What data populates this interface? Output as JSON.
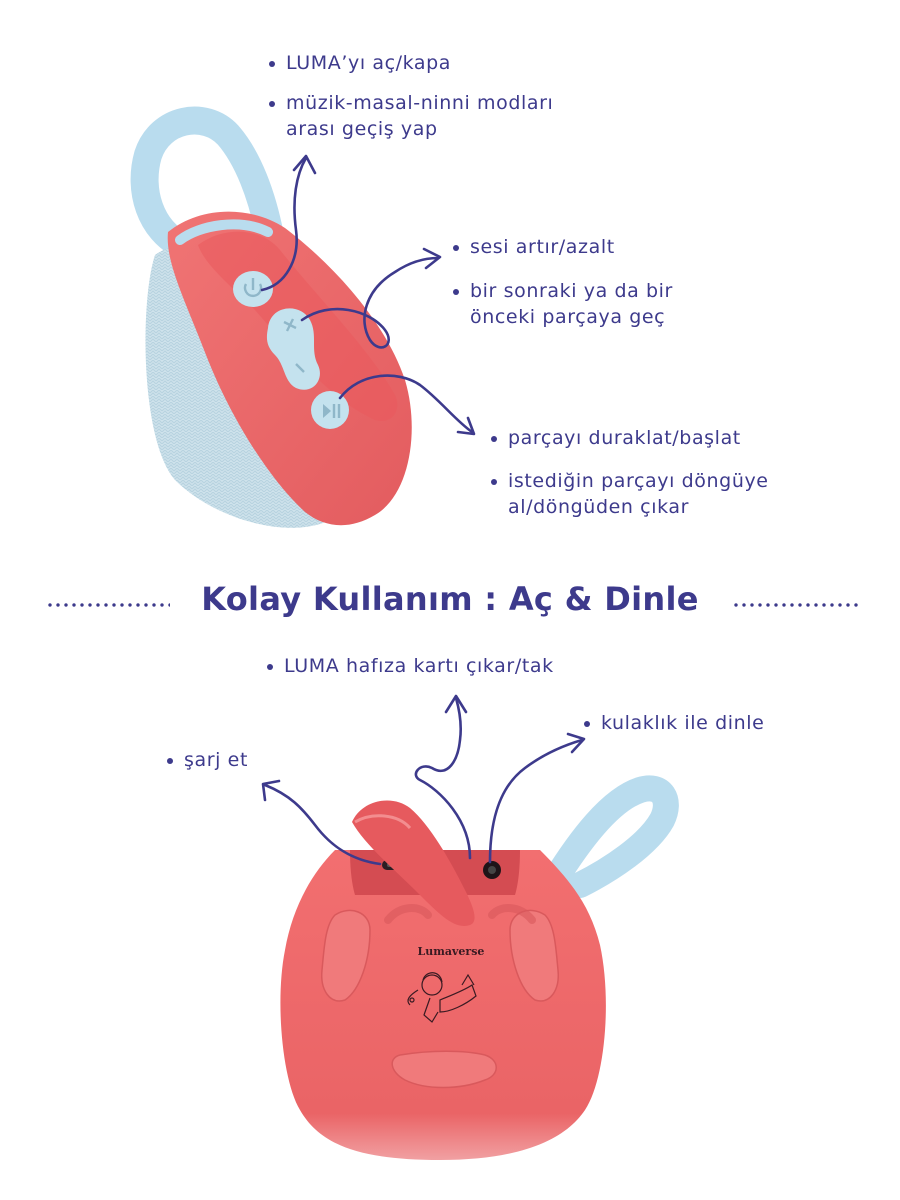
{
  "headline": "Kolay Kullanım : Aç & Dinle",
  "brand_logo": "Lumaverse",
  "top_features": [
    {
      "line1": "LUMA’yı aç/kapa",
      "line2": ""
    },
    {
      "line1": "müzik-masal-ninni modları",
      "line2": "arası geçiş yap"
    },
    {
      "line1": "sesi artır/azalt",
      "line2": ""
    },
    {
      "line1": "bir sonraki ya da bir",
      "line2": "önceki parçaya geç"
    },
    {
      "line1": "parçayı duraklat/başlat",
      "line2": ""
    },
    {
      "line1": "istediğin parçayı döngüye",
      "line2": "al/döngüden çıkar"
    }
  ],
  "bottom_features": [
    {
      "line1": "LUMA hafıza kartı çıkar/tak"
    },
    {
      "line1": "kulaklık ile dinle"
    },
    {
      "line1": "şarj et"
    }
  ],
  "colors": {
    "text": "#3d3a8c",
    "speaker_body": "#ec6868",
    "strap": "#b8dcee",
    "fabric": "#cfe4ee"
  },
  "icons": [
    "power-icon",
    "plus-icon",
    "minus-icon",
    "play-loop-icon",
    "arrow-icon"
  ]
}
